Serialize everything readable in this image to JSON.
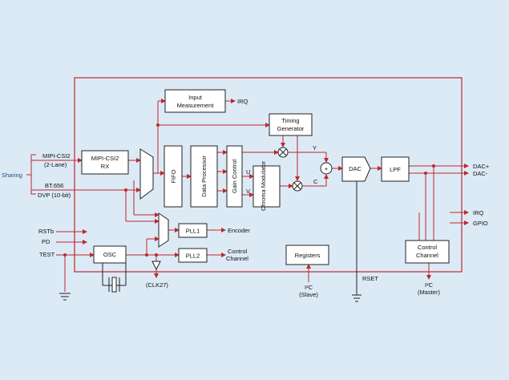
{
  "blocks": {
    "input_measurement": [
      "Input",
      "Measurement"
    ],
    "timing_generator": [
      "Timing",
      "Generator"
    ],
    "mipi_rx": [
      "MIPI-CSI2",
      "RX"
    ],
    "fifo": "FIFO",
    "data_processor": "Data Processor",
    "gain_control": "Gain Control",
    "chroma_modulator": "Chroma Modulator",
    "dac": "DAC",
    "lpf": "LPF",
    "pll1": "PLL1",
    "pll2": "PLL2",
    "osc": "OSC",
    "registers": "Registers",
    "control_channel_block": [
      "Control",
      "Channel"
    ]
  },
  "labels": {
    "irq_top": "IRQ",
    "sharing": "Sharing",
    "mipi_csi2": "MIPI-CSI2",
    "two_lane": "(2-Lane)",
    "bt656": "BT.656",
    "dvp": "DVP (10-bit)",
    "rstb": "RSTb",
    "pd": "PD",
    "test": "TEST",
    "encoder": "Encoder",
    "control_channel_out": [
      "Control",
      "Channel"
    ],
    "clk27": "(CLK27)",
    "y": "Y",
    "u": "U",
    "v": "V",
    "c": "C",
    "plus": "+",
    "dac_plus": "DAC+",
    "dac_minus": "DAC-",
    "irq_right": "IRQ",
    "gpio": "GPIO",
    "rset": "RSET",
    "i2c_slave": [
      "I²C",
      "(Slave)"
    ],
    "i2c_master": [
      "I²C",
      "(Master)"
    ]
  },
  "colors": {
    "background": "#dceaf6",
    "chip_border": "#c0272d",
    "signal": "#c0272d",
    "block_fill": "#ffffff",
    "block_border": "#222222",
    "sharing_text": "#1f4e79"
  }
}
